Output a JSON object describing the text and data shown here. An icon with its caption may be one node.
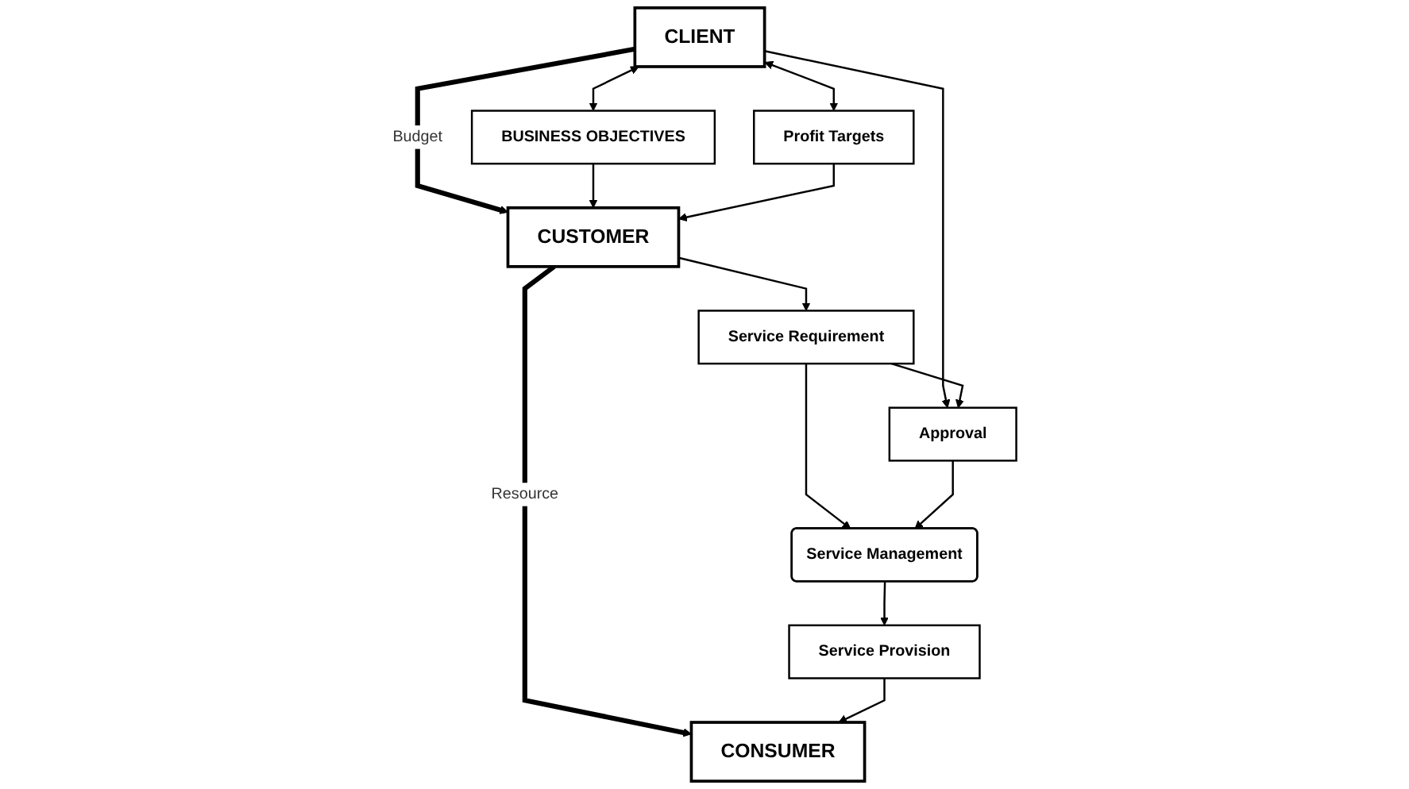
{
  "diagram": {
    "nodes": [
      {
        "text": [
          "CLIENT"
        ]
      },
      {
        "text": [
          "BUSINESS OBJECTIVES"
        ]
      },
      {
        "text": [
          "Profit Targets"
        ]
      },
      {
        "text": [
          "Approval"
        ]
      },
      {
        "text": [
          "CUSTOMER"
        ]
      },
      {
        "text": [
          "Service Requirement"
        ]
      },
      {
        "text": [
          "Service Management"
        ]
      },
      {
        "text": [
          "Service Provision"
        ]
      },
      {
        "text": [
          "CONSUMER"
        ]
      }
    ],
    "edges": [
      {
        "from": 0,
        "to": 1,
        "arrow": "both"
      },
      {
        "from": 0,
        "to": 3,
        "arrow": "to"
      },
      {
        "from": 0,
        "to": 2,
        "arrow": "both"
      },
      {
        "from": 0,
        "to": 4,
        "arrow": "to",
        "label": "Budget",
        "style": "thick"
      },
      {
        "from": 1,
        "to": 4,
        "arrow": "to"
      },
      {
        "from": 2,
        "to": 4,
        "arrow": "to"
      },
      {
        "from": 4,
        "to": 5,
        "arrow": "to"
      },
      {
        "from": 5,
        "to": 3,
        "arrow": "to"
      },
      {
        "from": 5,
        "to": 6,
        "arrow": "to"
      },
      {
        "from": 3,
        "to": 6,
        "arrow": "to"
      },
      {
        "from": 4,
        "to": 8,
        "arrow": "to",
        "label": "Resource",
        "style": "thick"
      },
      {
        "from": 6,
        "to": 7,
        "arrow": "to"
      },
      {
        "from": 7,
        "to": 8,
        "arrow": "to"
      }
    ]
  }
}
